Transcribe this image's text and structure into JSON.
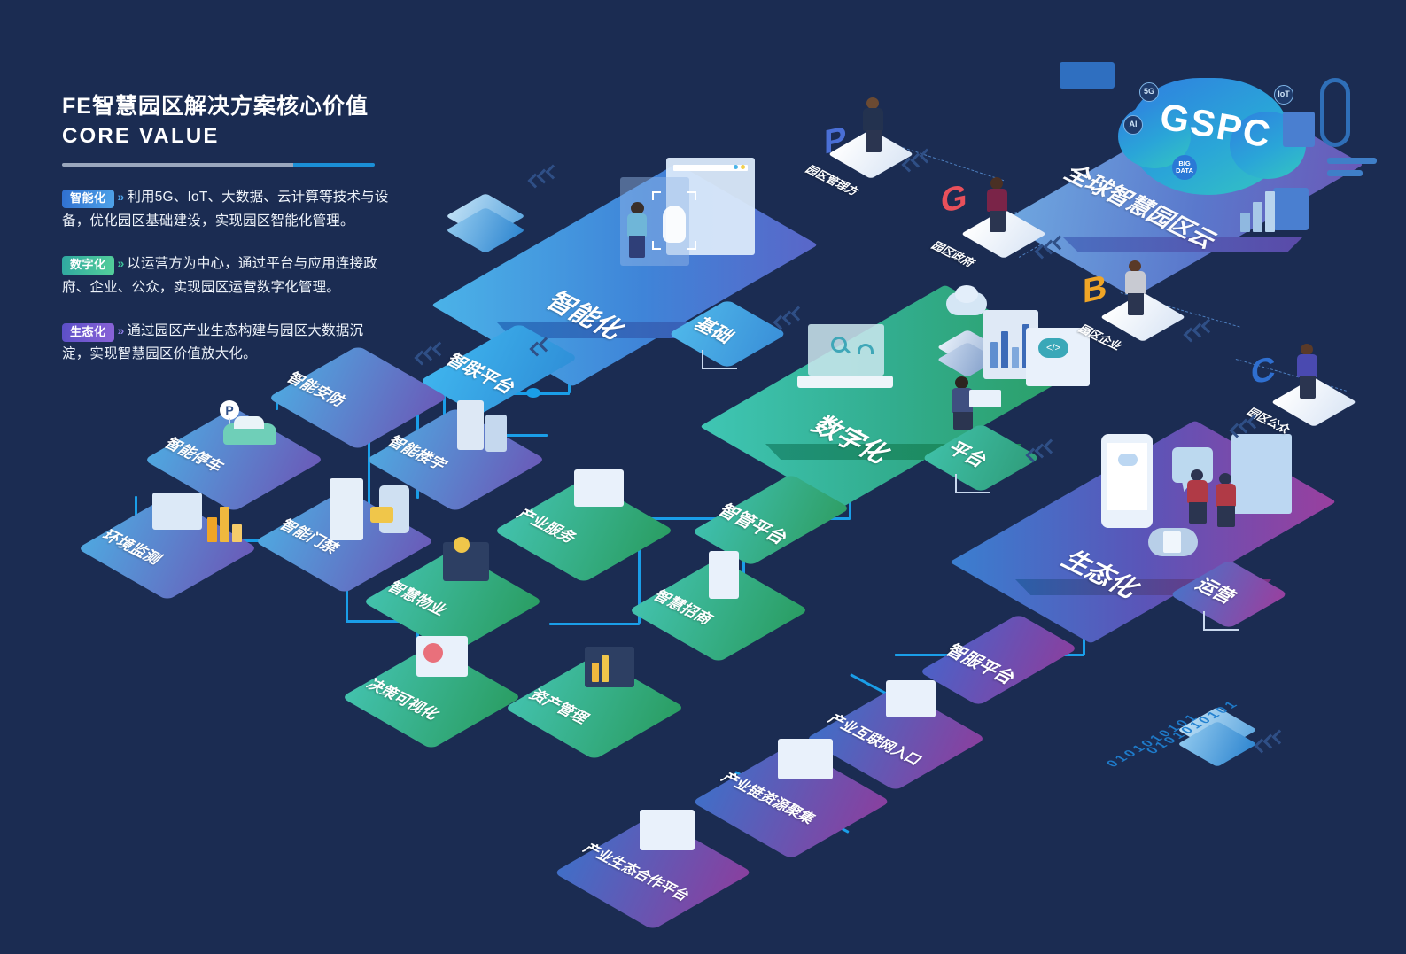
{
  "meta": {
    "background_color": "#1b2c52",
    "accent_line_color": "#1a9ee8"
  },
  "panel": {
    "title_cn": "FE智慧园区解决方案核心价值",
    "title_en": "CORE VALUE",
    "paragraphs": [
      {
        "badge": "智能化",
        "badge_color": "#3f86dc",
        "arrow": "»",
        "text": "利用5G、IoT、大数据、云计算等技术与设备，优化园区基础建设，实现园区智能化管理。"
      },
      {
        "badge": "数字化",
        "badge_color": "#3fc49a",
        "arrow": "»",
        "text": "以运营方为中心，通过平台与应用连接政府、企业、公众，实现园区运营数字化管理。"
      },
      {
        "badge": "生态化",
        "badge_color": "#7a63d4",
        "arrow": "»",
        "text": "通过园区产业生态构建与园区大数据沉淀，实现智慧园区价值放大化。"
      }
    ]
  },
  "layers": [
    {
      "id": "intelligent",
      "name": "智能化",
      "tag": "基础",
      "color": "#3d9fe0"
    },
    {
      "id": "digital",
      "name": "数字化",
      "tag": "平台",
      "color": "#2fae93"
    },
    {
      "id": "ecological",
      "name": "生态化",
      "tag": "运营",
      "color": "#6a53b8"
    }
  ],
  "platforms": [
    {
      "id": "zhilian",
      "label": "智联平台",
      "color": "#2fa7e8"
    },
    {
      "id": "zhiguan",
      "label": "智管平台",
      "color": "#35b48c"
    },
    {
      "id": "zhifu",
      "label": "智服平台",
      "color": "#7a4fc0"
    }
  ],
  "cloud": {
    "platform_label": "全球智慧园区云",
    "cloud_label": "GSPC",
    "chips": [
      "5G",
      "AI",
      "IoT",
      "BIG DATA"
    ]
  },
  "stakeholders": [
    {
      "letter": "P",
      "label": "园区管理方",
      "letter_color": "#4a6fd6"
    },
    {
      "letter": "G",
      "label": "园区政府",
      "letter_color": "#e8505b"
    },
    {
      "letter": "B",
      "label": "园区企业",
      "letter_color": "#f0a526"
    },
    {
      "letter": "C",
      "label": "园区公众",
      "letter_color": "#2f6fd0"
    }
  ],
  "nodes_intelligent": [
    {
      "label": "智能安防"
    },
    {
      "label": "智能停车"
    },
    {
      "label": "智能楼宇"
    },
    {
      "label": "智能门禁"
    },
    {
      "label": "环境监测"
    }
  ],
  "nodes_digital": [
    {
      "label": "产业服务"
    },
    {
      "label": "智慧物业"
    },
    {
      "label": "智慧招商"
    },
    {
      "label": "决策可视化"
    },
    {
      "label": "资产管理"
    }
  ],
  "nodes_ecological": [
    {
      "label": "产业互联网入口"
    },
    {
      "label": "产业链资源聚集"
    },
    {
      "label": "产业生态合作平台"
    }
  ],
  "decorations": {
    "binary_string": "0101010101",
    "icon_names": [
      "server-icon",
      "wifi-signal-icon",
      "chevron-arrow-icon"
    ]
  }
}
